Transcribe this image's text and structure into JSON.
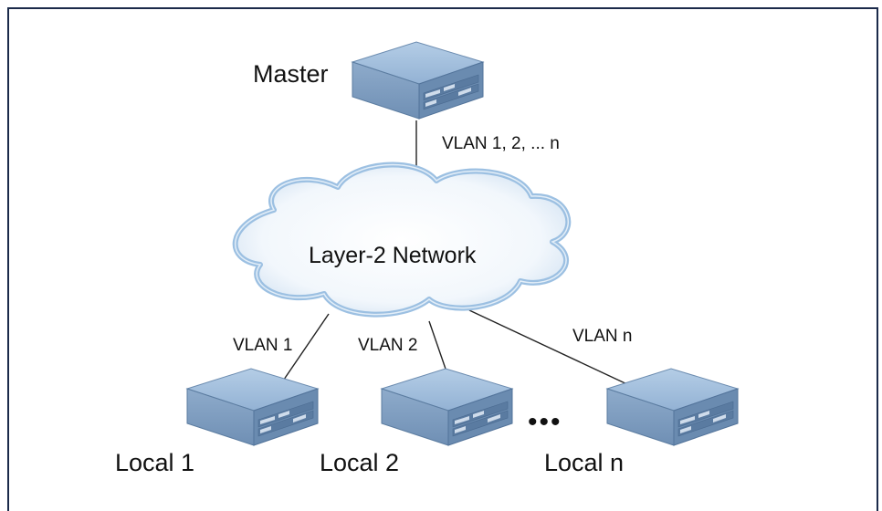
{
  "diagram": {
    "master_label": "Master",
    "trunk_label": "VLAN 1, 2, ... n",
    "network_label": "Layer-2 Network",
    "links": [
      {
        "label": "VLAN 1"
      },
      {
        "label": "VLAN 2"
      },
      {
        "label": "VLAN n"
      }
    ],
    "locals": [
      {
        "label": "Local 1"
      },
      {
        "label": "Local 2"
      },
      {
        "label": "Local n"
      }
    ],
    "ellipsis": "•••",
    "colors": {
      "device_top": "#a6c3e0",
      "device_front": "#7d9dbf",
      "device_side": "#5d7ea2",
      "cloud_fill": "#ffffff",
      "cloud_edge": "#9cc0e2",
      "line": "#222222",
      "frame": "#1b2a4a"
    }
  }
}
